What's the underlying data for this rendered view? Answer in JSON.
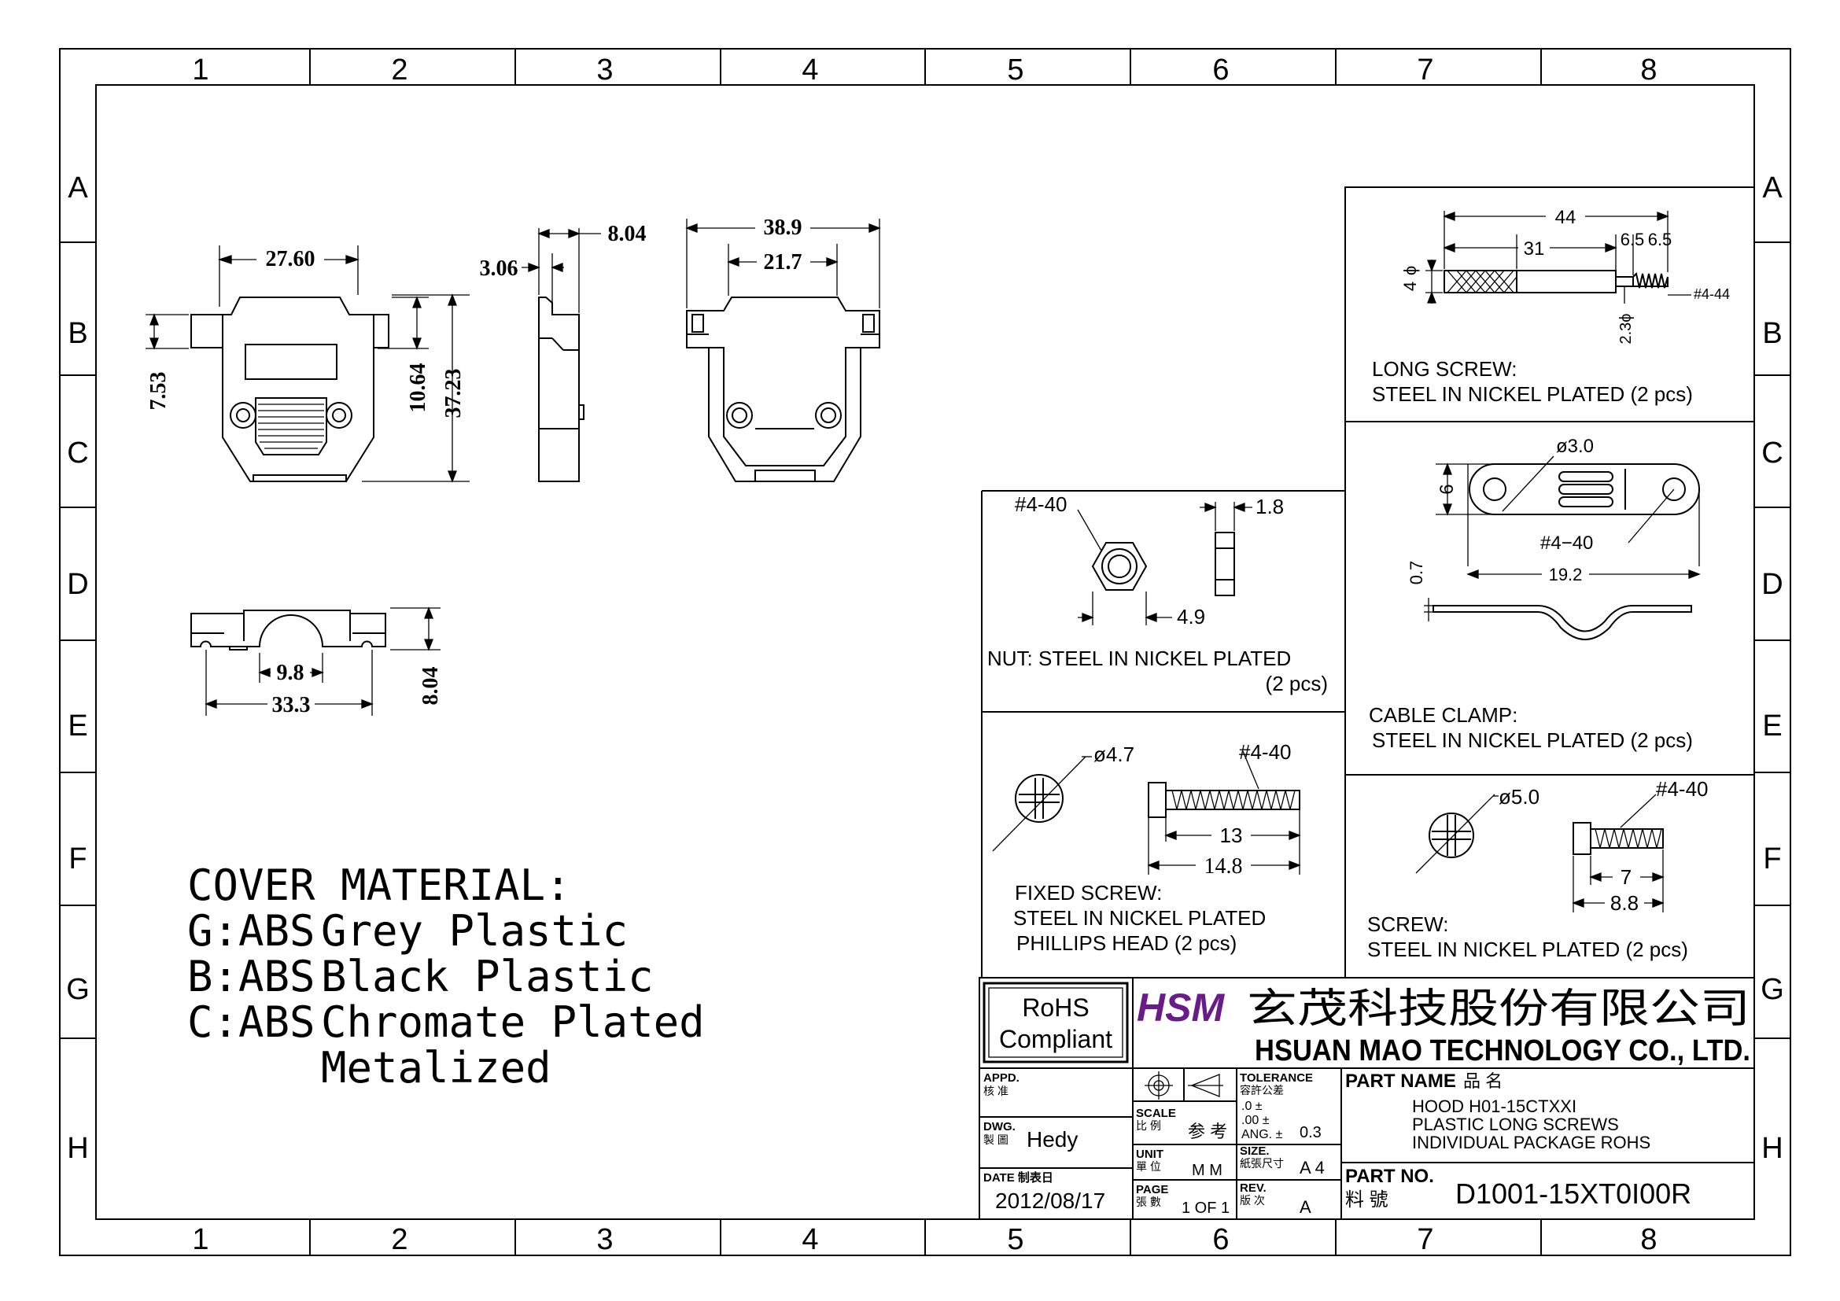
{
  "grid": {
    "columns": [
      "1",
      "2",
      "3",
      "4",
      "5",
      "6",
      "7",
      "8"
    ],
    "rows": [
      "A",
      "B",
      "C",
      "D",
      "E",
      "F",
      "G",
      "H"
    ]
  },
  "front_view": {
    "width": "27.60",
    "height_small": "7.53",
    "height_mid": "10.64",
    "height_total": "37.23"
  },
  "side_view": {
    "dim_a": "3.06",
    "dim_b": "8.04"
  },
  "rear_view": {
    "outer": "38.9",
    "inner": "21.7"
  },
  "bottom_view": {
    "inner": "9.8",
    "outer": "33.3",
    "height": "8.04"
  },
  "cover_material": {
    "title": "COVER MATERIAL:",
    "lines": [
      {
        "code": "G:ABS",
        "desc": "Grey Plastic"
      },
      {
        "code": "B:ABS",
        "desc": "Black Plastic"
      },
      {
        "code": "C:ABS",
        "desc": "Chromate Plated"
      }
    ],
    "extra": "Metalized"
  },
  "long_screw": {
    "dims": {
      "total": "44",
      "body": "31",
      "a": "6.5",
      "b": "6.5",
      "dia": "4",
      "dia_sym": "ϕ",
      "small_dia": "2.3ϕ",
      "thread": "#4-44"
    },
    "label_1": "LONG SCREW:",
    "label_2": "STEEL IN NICKEL PLATED  (2 pcs)"
  },
  "nut": {
    "thread": "#4-40",
    "thickness": "1.8",
    "width": "4.9",
    "label_1": "NUT: STEEL IN NICKEL PLATED",
    "label_2": "(2 pcs)"
  },
  "cable_clamp": {
    "hole": "ø3.0",
    "height": "6",
    "thread": "#4−40",
    "length": "19.2",
    "thickness": "0.7",
    "label_1": "CABLE CLAMP:",
    "label_2": "STEEL IN NICKEL PLATED  (2 pcs)"
  },
  "fixed_screw": {
    "head": "ø4.7",
    "thread": "#4-40",
    "len_a": "13",
    "len_b": "14.8",
    "label_1": "FIXED SCREW:",
    "label_2": "STEEL IN NICKEL PLATED",
    "label_3": "PHILLIPS HEAD  (2 pcs)"
  },
  "screw": {
    "head": "ø5.0",
    "thread": "#4-40",
    "len_a": "7",
    "len_b": "8.8",
    "label_1": "SCREW:",
    "label_2": "STEEL IN NICKEL PLATED  (2 pcs)"
  },
  "title_block": {
    "rohs_1": "RoHS",
    "rohs_2": "Compliant",
    "logo": "HSM",
    "company_cn": "玄茂科技股份有限公司",
    "company_en": "HSUAN MAO TECHNOLOGY CO., LTD.",
    "appd": "APPD.",
    "appd_cn": "核 准",
    "dwg": "DWG.",
    "dwg_cn": "製 圖",
    "drawn_by": "Hedy",
    "date_label": "DATE  制表日",
    "date": "2012/08/17",
    "scale": "SCALE",
    "scale_cn": "比  例",
    "scale_val": "参  考",
    "unit": "UNIT",
    "unit_cn": "單  位",
    "unit_val": "M M",
    "page": "PAGE",
    "page_cn": "張  數",
    "page_val": "1 OF 1",
    "tolerance": "TOLERANCE",
    "tolerance_cn": "容許公差",
    "tol_1": ".0       ±",
    "tol_2": ".00     ±",
    "tol_3": "ANG.   ±",
    "tol_val": "0.3",
    "size": "SIZE.",
    "size_cn": "紙張尺寸",
    "size_val": "A 4",
    "rev": "REV.",
    "rev_cn": "版  次",
    "rev_val": "A",
    "part_name_label": "PART NAME",
    "part_name_cn": "品   名",
    "part_name_1": "HOOD H01-15CTXXI",
    "part_name_2": "PLASTIC LONG SCREWS",
    "part_name_3": "INDIVIDUAL PACKAGE ROHS",
    "part_no_label": "PART NO.",
    "part_no_cn": "料   號",
    "part_no": "D1001-15XT0I00R"
  }
}
